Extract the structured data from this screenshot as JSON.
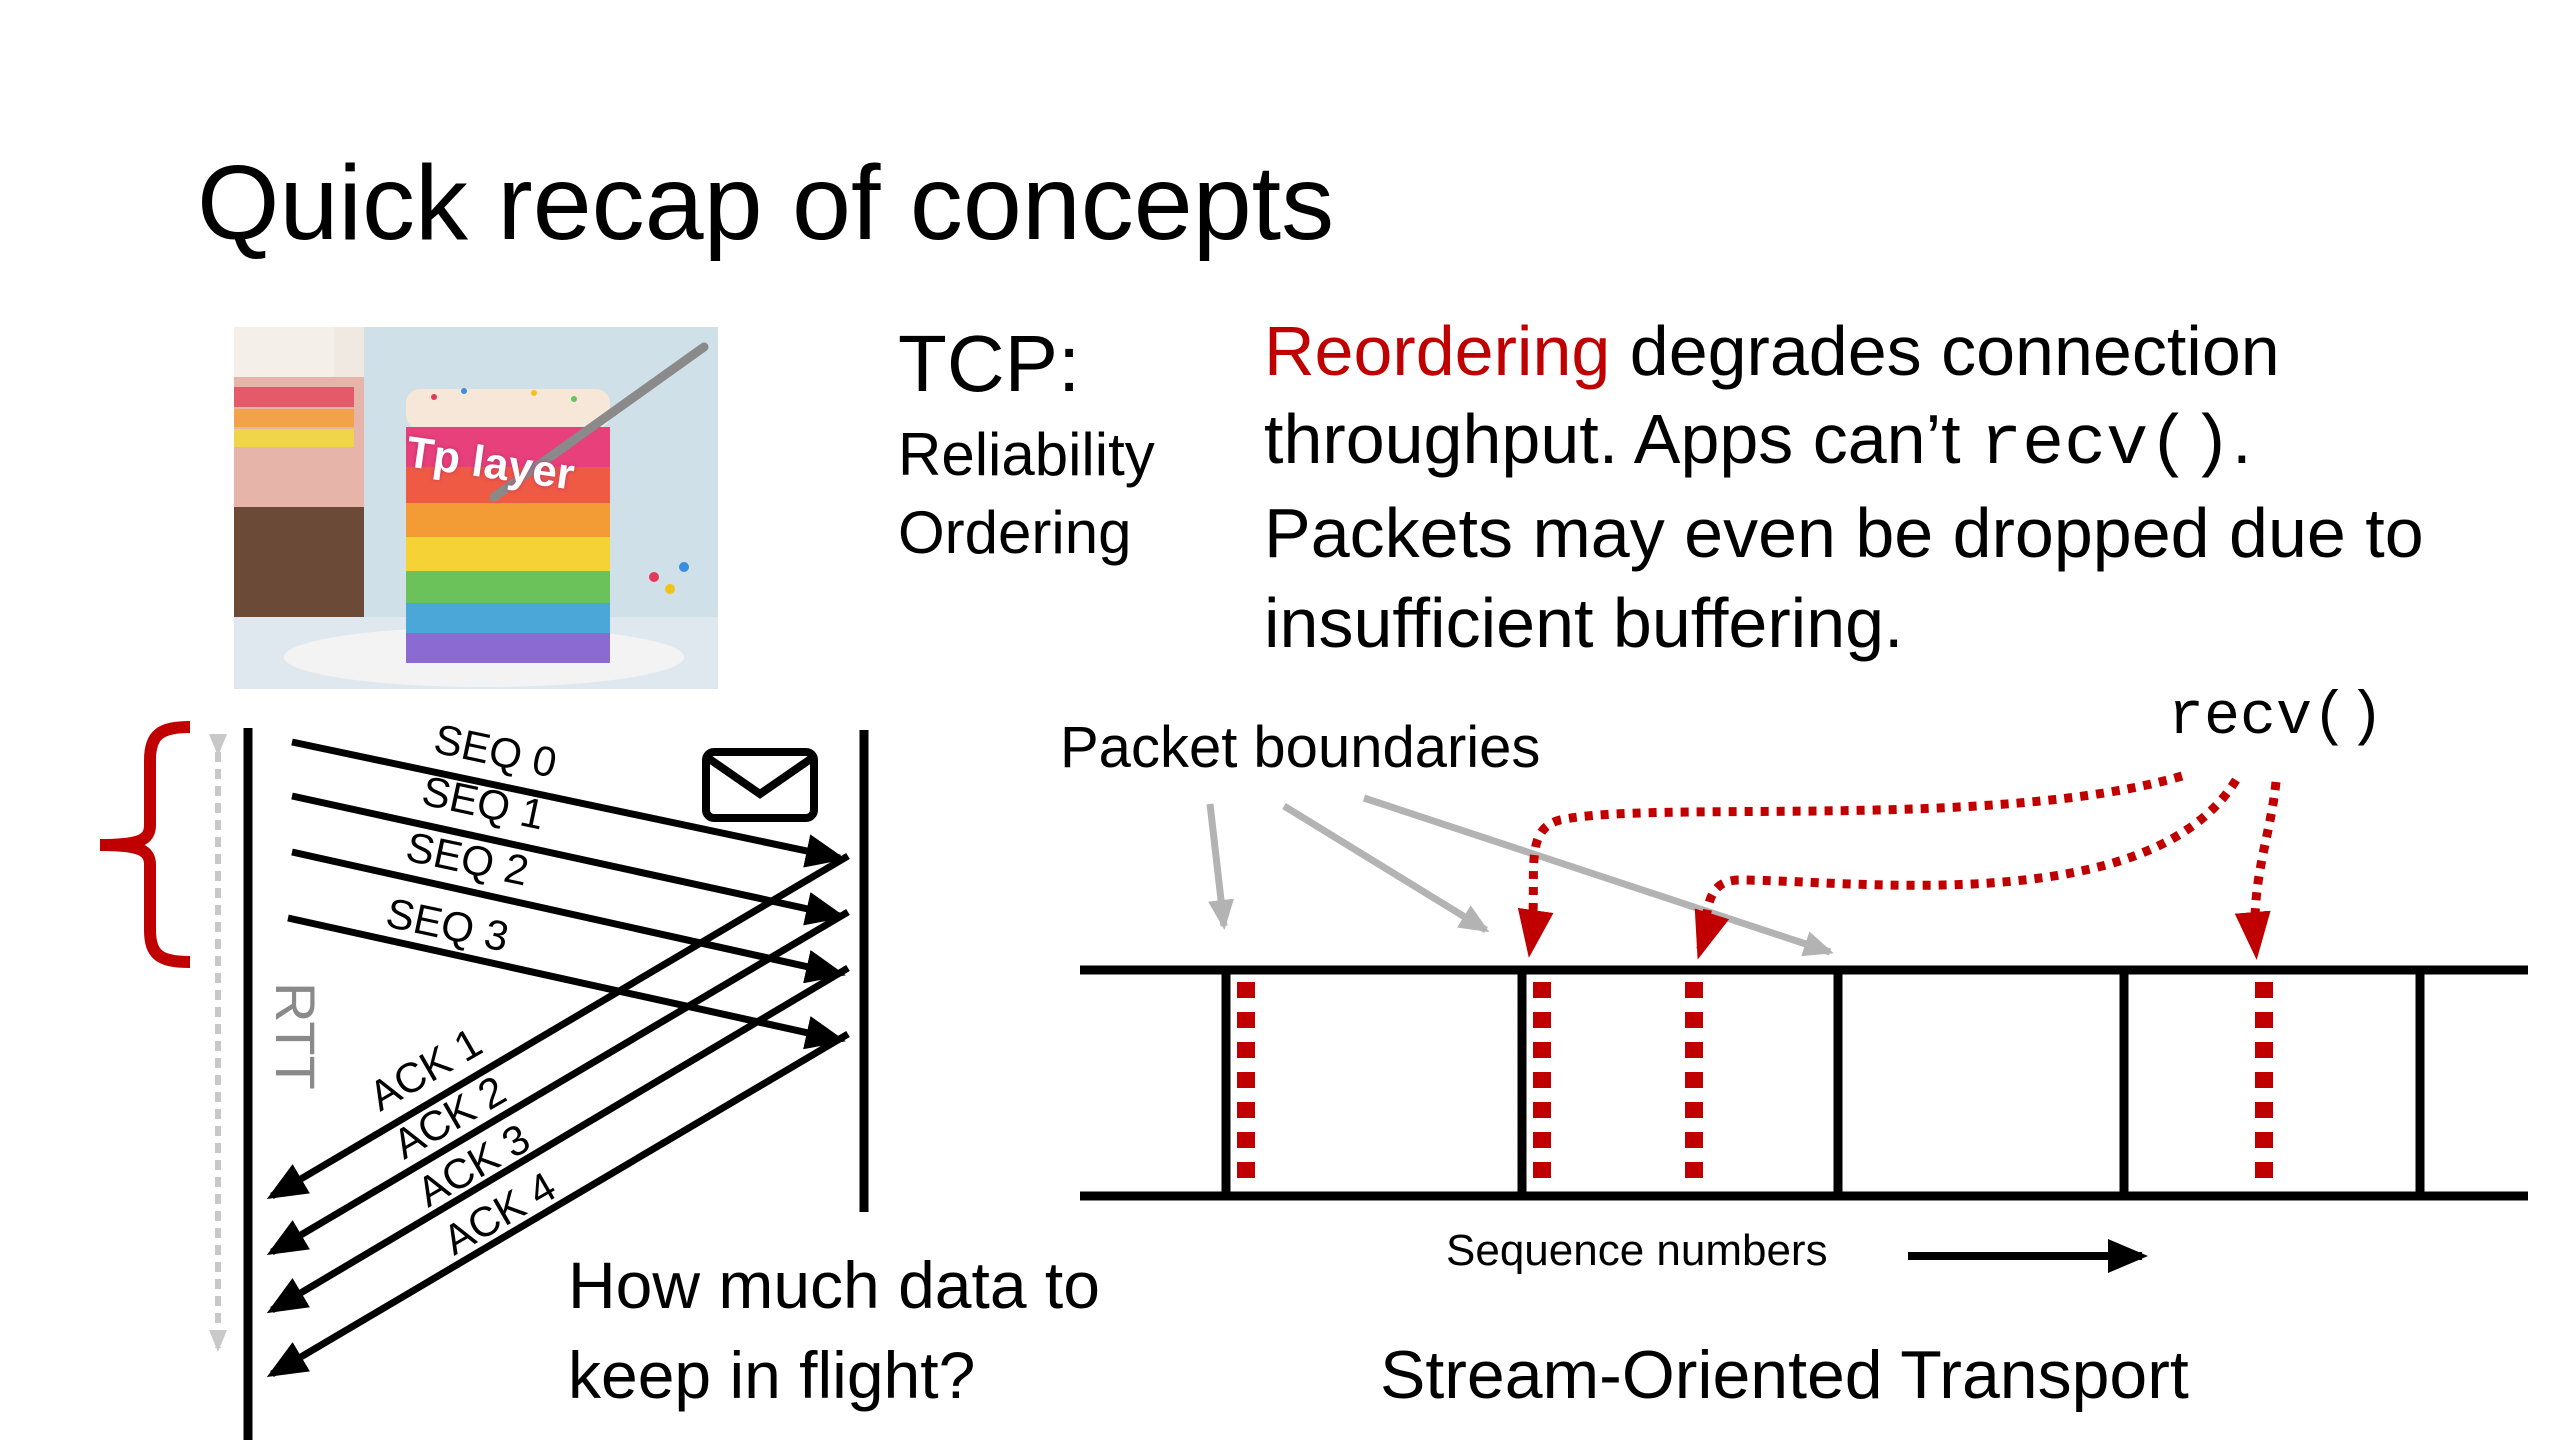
{
  "slide": {
    "title": "Quick recap of concepts"
  },
  "cake_image": {
    "label": "Tp layer"
  },
  "tcp": {
    "label": "TCP:",
    "items": [
      "Reliability",
      "Ordering"
    ]
  },
  "reordering_note": {
    "highlight": "Reordering",
    "highlight_color": "#c00000",
    "line1_rest": " degrades connection",
    "line2_pre": "throughput. Apps can’t ",
    "line2_code": "recv()",
    "line2_post": ".",
    "line3": "Packets may even be dropped due to",
    "line4": "insufficient buffering."
  },
  "sequence_diagram": {
    "seq_labels": [
      "SEQ 0",
      "SEQ 1",
      "SEQ 2",
      "SEQ 3"
    ],
    "ack_labels": [
      "ACK 1",
      "ACK 2",
      "ACK 3",
      "ACK 4"
    ],
    "rtt_label": "RTT",
    "question_lines": [
      "How much data to",
      "keep in flight?"
    ],
    "icons": [
      "envelope-icon",
      "curly-brace-icon",
      "double-arrow-icon"
    ],
    "accent_color": "#c00000"
  },
  "stream_diagram": {
    "packet_boundaries_label": "Packet boundaries",
    "recv_label": "recv()",
    "sequence_numbers_label": "Sequence numbers",
    "caption": "Stream-Oriented Transport",
    "accent_color": "#c00000",
    "boundary_arrow_color": "#b3b3b3"
  }
}
